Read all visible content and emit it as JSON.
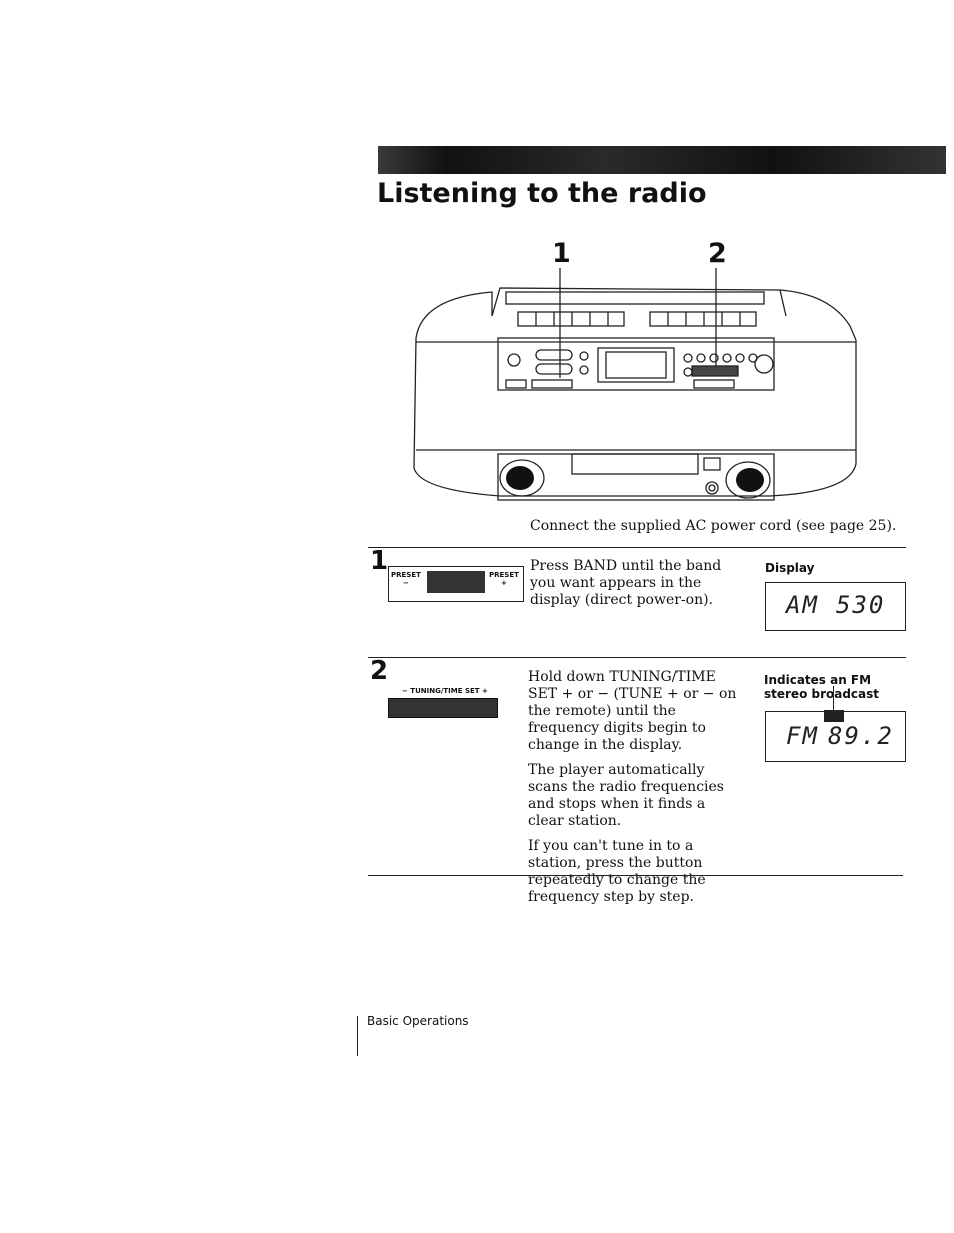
{
  "page": {
    "title": "Listening to the radio",
    "footer": "Basic Operations"
  },
  "illustration": {
    "callouts": [
      "1",
      "2"
    ]
  },
  "intro": "Connect the supplied AC power cord (see page 25).",
  "steps": [
    {
      "number": "1",
      "button_panel": {
        "left_label": "PRESET",
        "left_sign": "−",
        "right_label": "PRESET",
        "right_sign": "+"
      },
      "paragraphs": [
        "Press BAND until the band you want appears in the display (direct power-on)."
      ],
      "side_label": "Display",
      "display": {
        "band": "AM",
        "frequency": "530"
      }
    },
    {
      "number": "2",
      "button_panel": {
        "label": "− TUNING/TIME SET +"
      },
      "paragraphs": [
        "Hold down TUNING/TIME SET + or − (TUNE + or − on the remote) until the frequency digits begin to change in the display.",
        "The player automatically scans the radio frequencies and stops when it finds a clear station.",
        "If you can't tune in to a station, press the button repeatedly to change the frequency step by step."
      ],
      "side_label": "Indicates an FM stereo broadcast",
      "display": {
        "band": "FM",
        "frequency": "89.2"
      }
    }
  ]
}
